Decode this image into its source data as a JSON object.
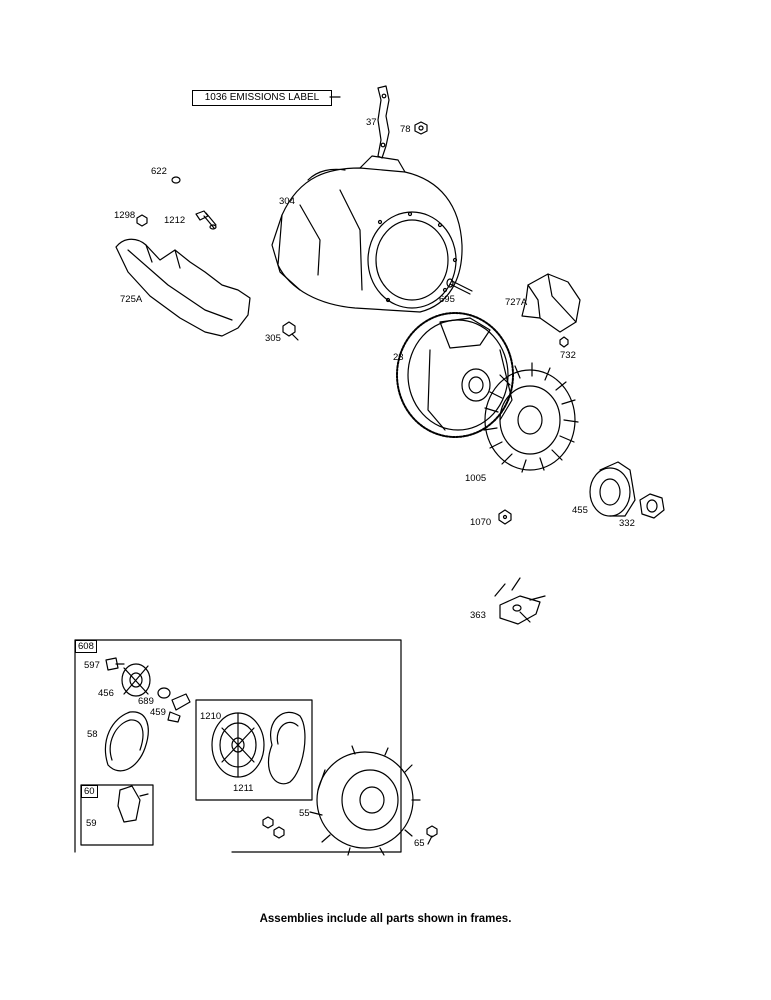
{
  "emissions_label": "1036 EMISSIONS LABEL",
  "frame_labels": {
    "recoil_starter": "608",
    "handle_kit": "60"
  },
  "callouts": {
    "p37": "37",
    "p78": "78",
    "p622": "622",
    "p304": "304",
    "p1298": "1298",
    "p1212": "1212",
    "p725a": "725A",
    "p695": "695",
    "p727a": "727A",
    "p305": "305",
    "p23": "23",
    "p732": "732",
    "p1005": "1005",
    "p455": "455",
    "p332": "332",
    "p1070": "1070",
    "p363": "363",
    "p597": "597",
    "p456": "456",
    "p689": "689",
    "p459": "459",
    "p1210": "1210",
    "p58": "58",
    "p1211": "1211",
    "p59": "59",
    "p55": "55",
    "p65": "65"
  },
  "footer_note": "Assemblies include all parts shown in frames."
}
